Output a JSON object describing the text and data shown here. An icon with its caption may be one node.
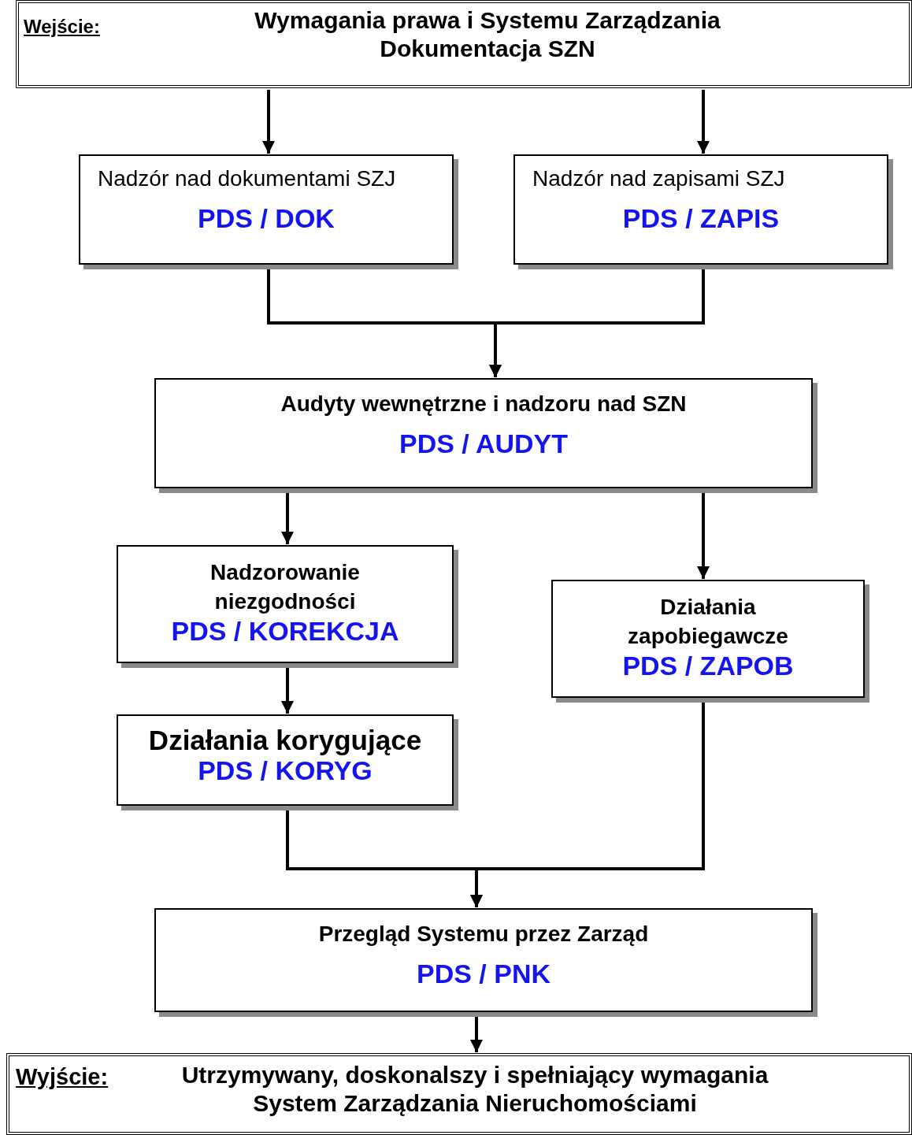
{
  "diagram": {
    "nodes": [
      {
        "text": [
          "Wejście:",
          "Wymagania  prawa i Systemu Zarządzania Dokumentacja  SZN"
        ]
      },
      {
        "text": [
          "Nadzór nad dokumentami SZJ",
          "PDS / DOK"
        ]
      },
      {
        "text": [
          "Nadzór  nad  zapisami  SZJ",
          "PDS / ZAPIS"
        ]
      },
      {
        "text": [
          "Audyty wewnętrzne i nadzoru nad SZN",
          "PDS / AUDYT"
        ]
      },
      {
        "text": [
          "Nadzorowanie niezgodności",
          "PDS / KOREKCJA"
        ]
      },
      {
        "text": [
          "Działania zapobiegawcze",
          "PDS / ZAPOB"
        ]
      },
      {
        "text": [
          "Działania korygujące",
          "PDS / KORYG"
        ]
      },
      {
        "text": [
          "Przegląd Systemu przez Zarząd",
          "PDS / PNK"
        ]
      },
      {
        "text": [
          "Wyjście:",
          "Utrzymywany, doskonalszy i spełniający wymagania System Zarządzania Nieruchomościami"
        ]
      }
    ],
    "edges": [
      {
        "from": 0,
        "to": 1,
        "arrow": "to"
      },
      {
        "from": 0,
        "to": 2,
        "arrow": "to"
      },
      {
        "from": 1,
        "to": 3,
        "arrow": "to"
      },
      {
        "from": 2,
        "to": 3,
        "arrow": "to"
      },
      {
        "from": 3,
        "to": 4,
        "arrow": "to"
      },
      {
        "from": 3,
        "to": 5,
        "arrow": "to"
      },
      {
        "from": 4,
        "to": 6,
        "arrow": "to"
      },
      {
        "from": 6,
        "to": 7,
        "arrow": "to"
      },
      {
        "from": 5,
        "to": 7,
        "arrow": "to"
      },
      {
        "from": 7,
        "to": 8,
        "arrow": "to"
      }
    ]
  }
}
